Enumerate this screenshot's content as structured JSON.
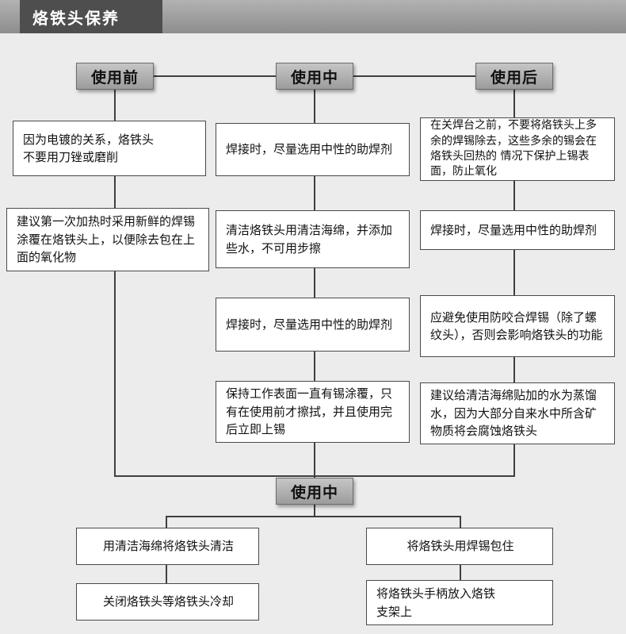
{
  "title_bar": {
    "title": "烙铁头保养"
  },
  "colors": {
    "bg": "#ececec",
    "title_block_bg": "#4e4e4e",
    "box_border": "#4a4a4a",
    "line": "#3f3f3f"
  },
  "headers": {
    "before": "使用前",
    "during": "使用中",
    "after": "使用后",
    "bottom": "使用中"
  },
  "before_steps": [
    "因为电镀的关系，烙铁头\n不要用刀锉或磨削",
    "建议第一次加热时采用新鲜的焊锡涂覆在烙铁头上，以便除去包在上面的氧化物"
  ],
  "during_steps": [
    "焊接时，尽量选用中性的助焊剂",
    "清洁烙铁头用清洁海绵，并添加些水，不可用步擦",
    "焊接时，尽量选用中性的助焊剂",
    "保持工作表面一直有锡涂覆，只有在使用前才擦拭，并且使用完后立即上锡"
  ],
  "after_steps": [
    "在关焊台之前，不要将烙铁头上多余的焊锡除去，这些多余的锡会在烙铁头回热的 情况下保护上锡表面，防止氧化",
    "焊接时，尽量选用中性的助焊剂",
    "应避免使用防咬合焊锡（除了螺纹头），否则会影响烙铁头的功能",
    "建议给清洁海绵贴加的水为蒸馏水，因为大部分自来水中所含矿物质将会腐蚀烙铁头"
  ],
  "bottom_left_steps": [
    "用清洁海绵将烙铁头清洁",
    "关闭烙铁头等烙铁头冷却"
  ],
  "bottom_right_steps": [
    "将烙铁头用焊锡包住",
    "将烙铁头手柄放入烙铁\n支架上"
  ]
}
